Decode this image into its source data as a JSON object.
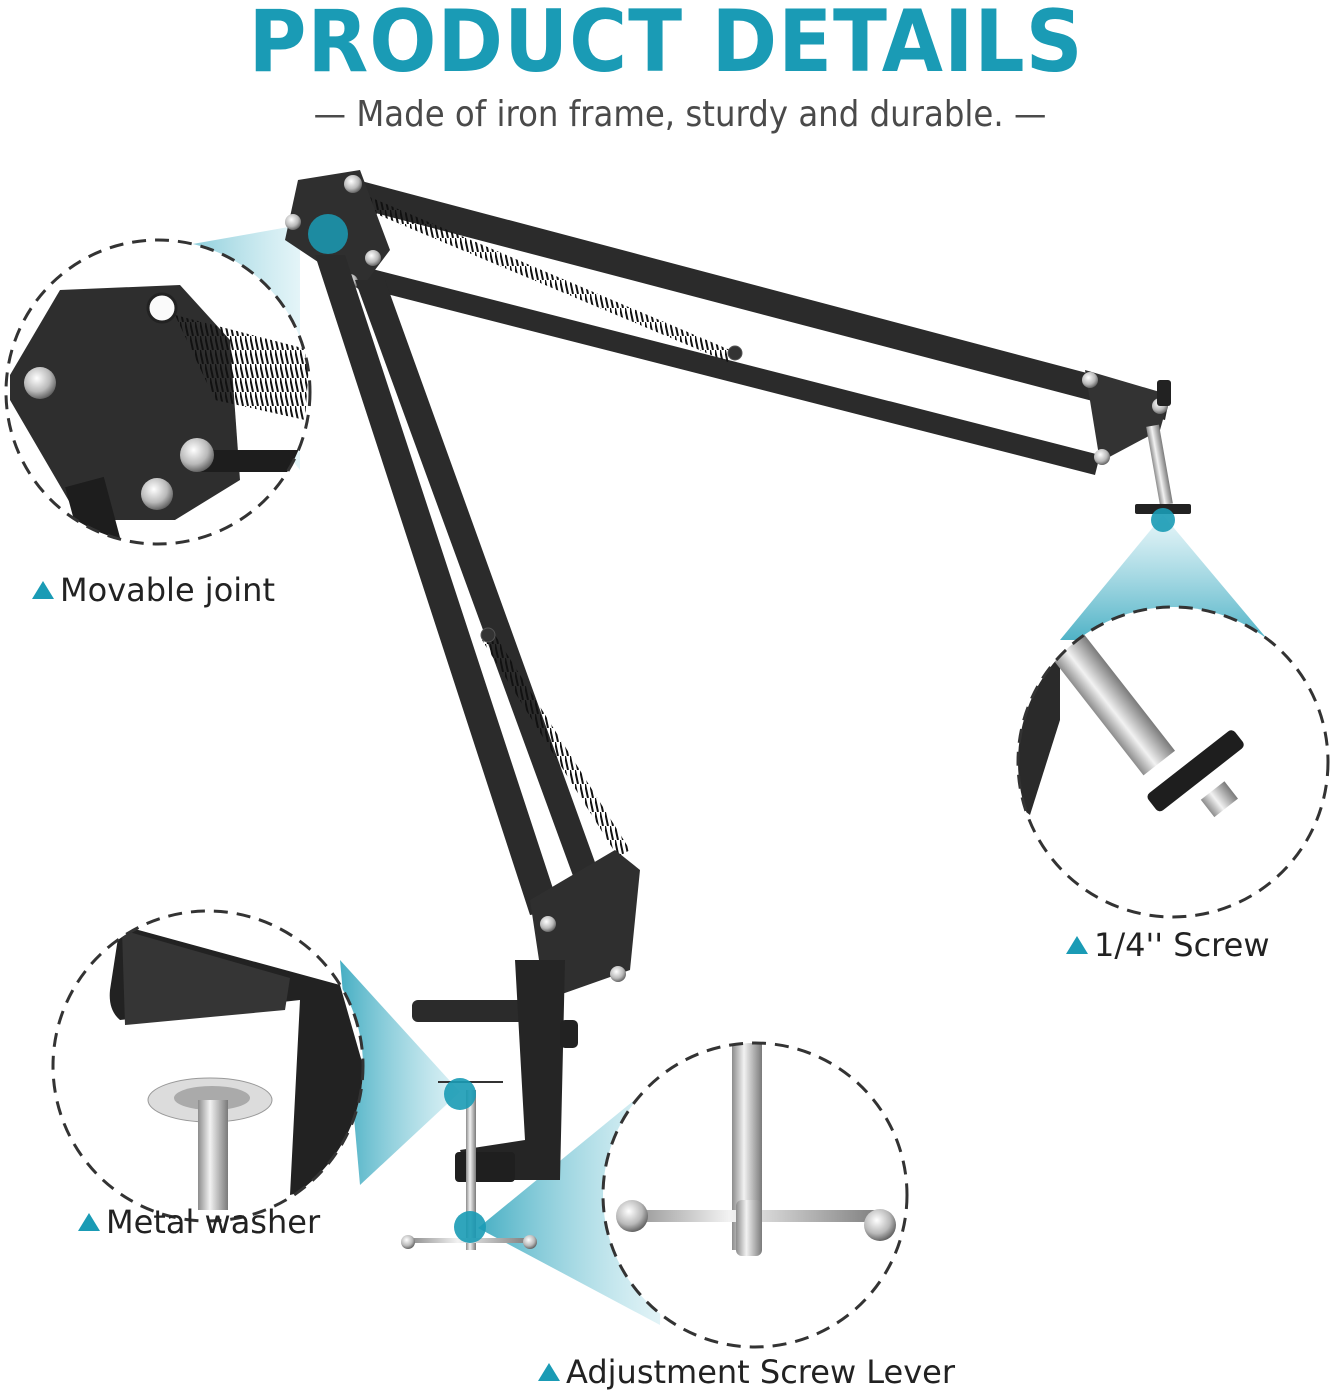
{
  "header": {
    "title": "PRODUCT DETAILS",
    "subtitle": "— Made of iron frame, sturdy and durable. —"
  },
  "callouts": [
    {
      "id": "movable-joint",
      "label": "Movable joint"
    },
    {
      "id": "quarter-inch-screw",
      "label": "1/4'' Screw"
    },
    {
      "id": "metal-washer",
      "label": "Metal washer"
    },
    {
      "id": "adjustment-screw-lever",
      "label": "Adjustment Screw Lever"
    }
  ],
  "colors": {
    "accent": "#1a9bb5",
    "arm": "#2b2b2b",
    "text": "#222222",
    "subtitle": "#4a4a4a"
  }
}
